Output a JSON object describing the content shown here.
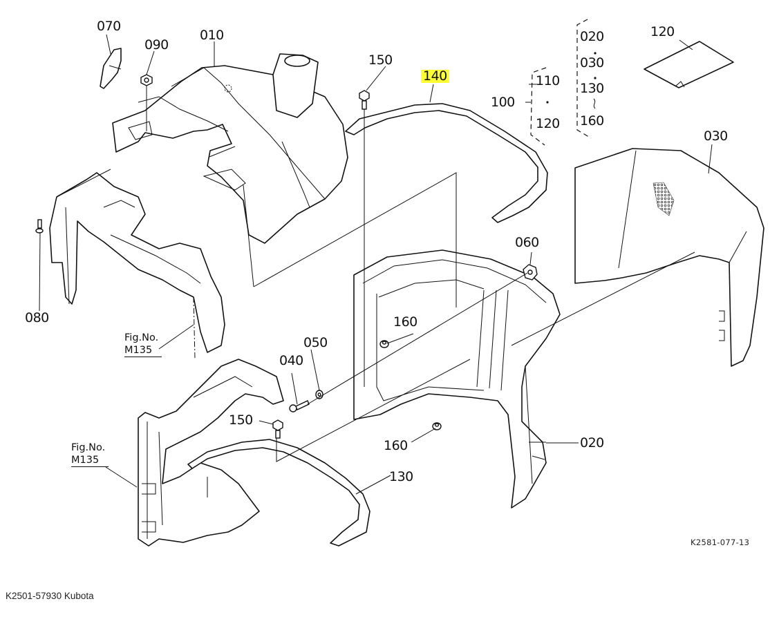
{
  "diagram": {
    "title": "Kubota bonnet / front cover exploded parts diagram",
    "highlight_color": "#ffff33",
    "highlighted_part": "140",
    "callouts": [
      {
        "id": "070",
        "label": "070"
      },
      {
        "id": "090",
        "label": "090"
      },
      {
        "id": "010",
        "label": "010"
      },
      {
        "id": "150-top",
        "label": "150"
      },
      {
        "id": "140",
        "label": "140"
      },
      {
        "id": "100",
        "label": "100"
      },
      {
        "id": "110",
        "label": "110"
      },
      {
        "id": "120-group",
        "label": "120"
      },
      {
        "id": "120-sheet",
        "label": "120"
      },
      {
        "id": "030",
        "label": "030"
      },
      {
        "id": "060",
        "label": "060"
      },
      {
        "id": "080",
        "label": "080"
      },
      {
        "id": "160-upper",
        "label": "160"
      },
      {
        "id": "050",
        "label": "050"
      },
      {
        "id": "040",
        "label": "040"
      },
      {
        "id": "150-bottom",
        "label": "150"
      },
      {
        "id": "160-lower",
        "label": "160"
      },
      {
        "id": "020",
        "label": "020"
      },
      {
        "id": "130",
        "label": "130"
      }
    ],
    "assembly_group": {
      "parent": "100",
      "children_left": [
        "110",
        "120"
      ],
      "children_right": [
        "020",
        "030",
        "130",
        "160"
      ],
      "separator_dot": "•",
      "range_symbol": "~"
    },
    "figure_refs": [
      {
        "line1": "Fig.No.",
        "line2": "M135"
      },
      {
        "line1": "Fig.No.",
        "line2": "M135"
      }
    ],
    "drawing_number": "K2581-077-13"
  },
  "footer": {
    "caption": "K2501-57930 Kubota"
  }
}
